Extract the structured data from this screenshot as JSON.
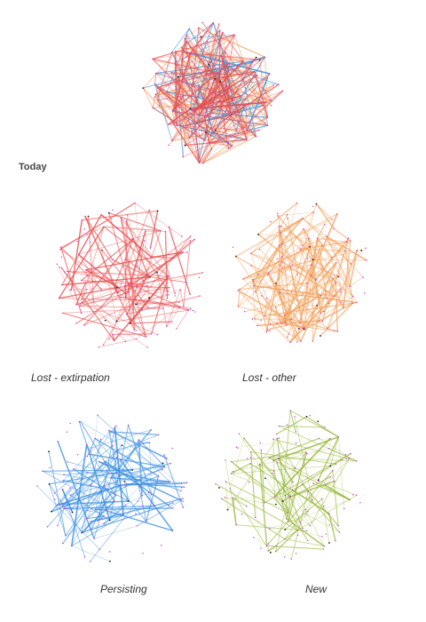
{
  "labels": {
    "today": "Today",
    "extirpation": "Lost - extirpation",
    "other": "Lost - other",
    "persisting": "Persisting",
    "new": "New"
  },
  "colors": {
    "node": "#cc33cc",
    "node_dark": "#222222",
    "extirpation": "#e8504f",
    "other": "#f4a15c",
    "persisting": "#3a8fe0",
    "new": "#9ab83c"
  }
}
